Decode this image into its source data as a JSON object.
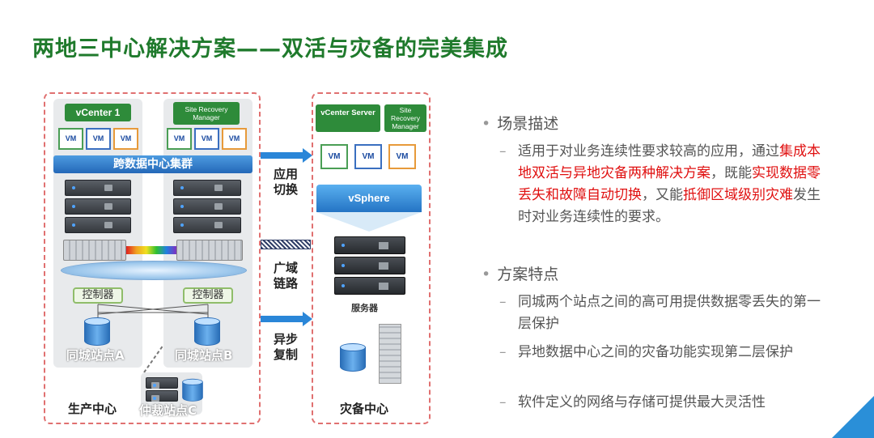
{
  "title": "两地三中心解决方案——双活与灾备的完美集成",
  "production": {
    "vcenter": "vCenter 1",
    "srm": "Site Recovery Manager",
    "vm_label": "VM",
    "cluster": "跨数据中心集群",
    "controller": "控制器",
    "site_a": "同城站点A",
    "site_b": "同城站点B",
    "site_c": "仲裁站点C",
    "zone_label": "生产中心"
  },
  "links": {
    "app_switch": "应用切换",
    "wan_link": "广域链路",
    "async_copy": "异步复制"
  },
  "dr": {
    "vcenter_server": "vCenter Server",
    "srm": "Site Recovery Manager",
    "vm_label": "VM",
    "vsphere": "vSphere",
    "server_label": "服务器",
    "zone_label": "灾备中心"
  },
  "text": {
    "scenario_heading": "场景描述",
    "scenario": {
      "p1": "适用于对业务连续性要求较高的应用，通过",
      "hl1": "集成本地双活与异地灾备两种解决方案",
      "p2": "，既能",
      "hl2": "实现数据零丢失和故障自动切换",
      "p3": "，又能",
      "hl3": "抵御区域级别灾难",
      "p4": "发生时对业务连续性的要求。"
    },
    "features_heading": "方案特点",
    "feature1": "同城两个站点之间的高可用提供数据零丢失的第一层保护",
    "feature2": "异地数据中心之间的灾备功能实现第二层保护",
    "feature3": "软件定义的网络与存储可提供最大灵活性"
  },
  "colors": {
    "title_green": "#1f7a2c",
    "highlight_red": "#e01010",
    "link_blue": "#2a86d8",
    "dashed_border": "#e07070"
  }
}
